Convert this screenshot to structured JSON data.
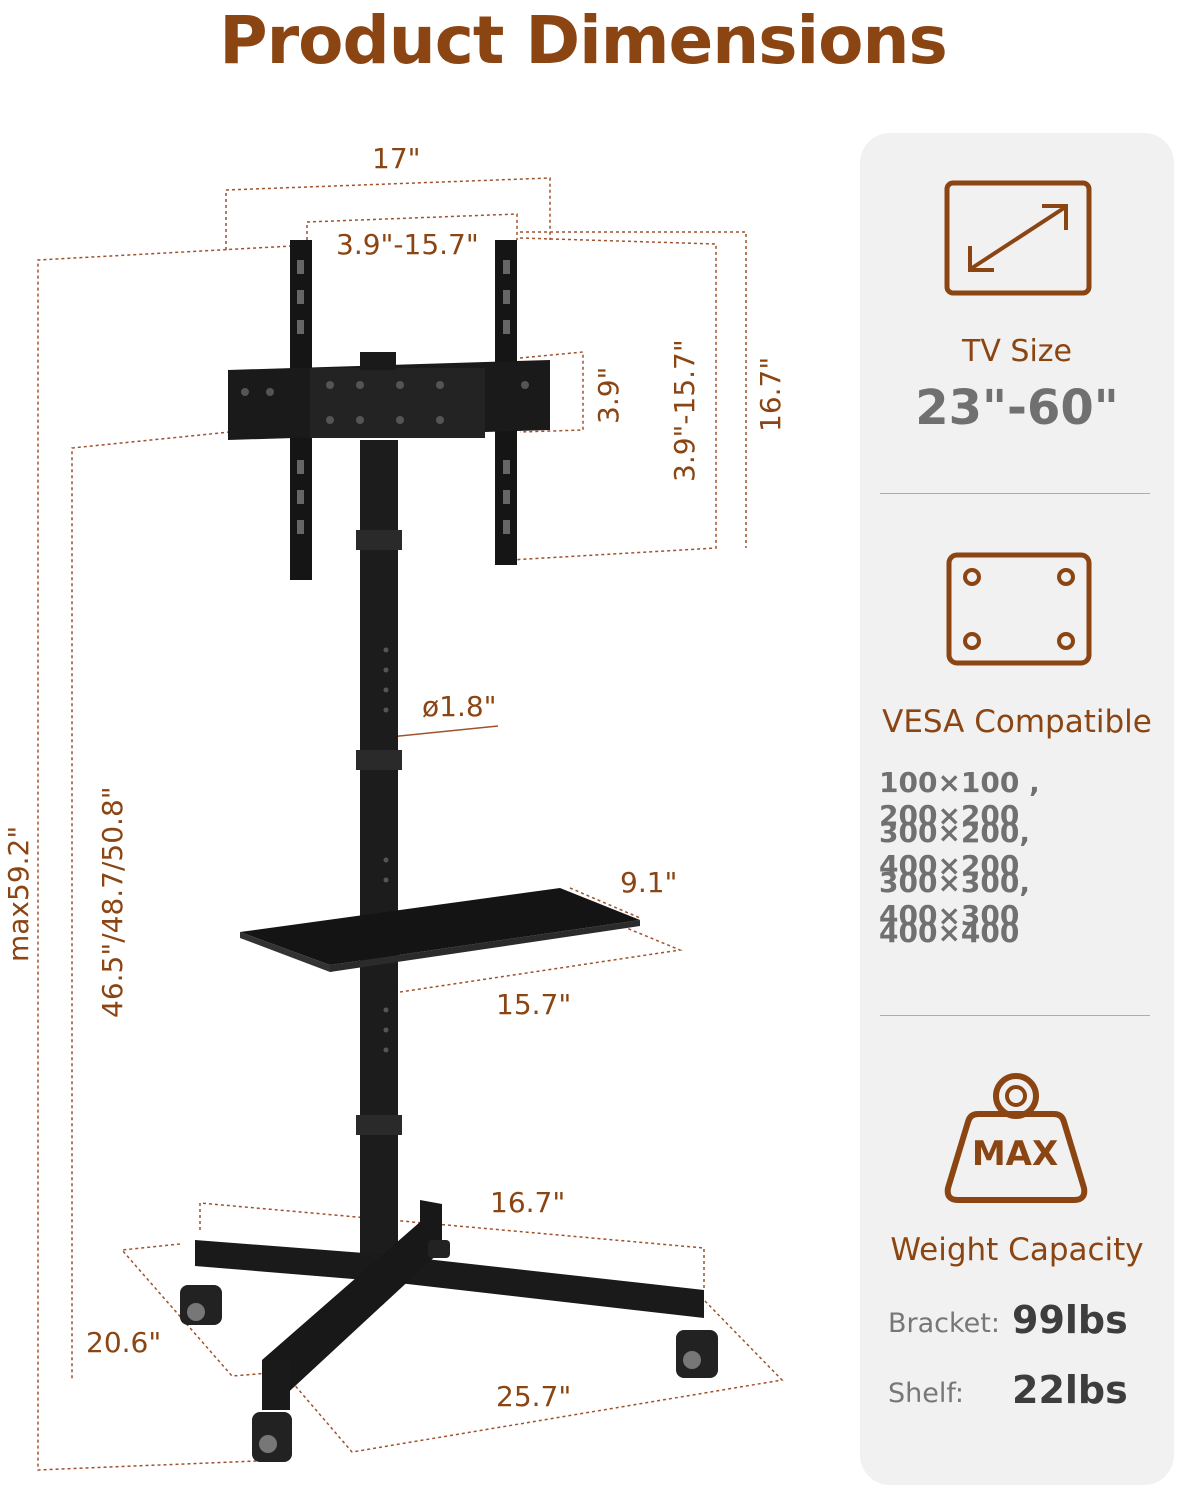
{
  "title": "Product Dimensions",
  "dimensions": {
    "width_top": "17\"",
    "vesa_horizontal": "3.9\"-15.7\"",
    "bracket_height": "3.9\"",
    "vesa_vertical": "3.9\"-15.7\"",
    "plate_height": "16.7\"",
    "pole_diameter": "ø1.8\"",
    "max_height": "max59.2\"",
    "adjust_height": "46.5\"/48.7/50.8\"",
    "shelf_depth": "9.1\"",
    "shelf_width": "15.7\"",
    "base_width": "16.7\"",
    "base_depth": "20.6\"",
    "base_length": "25.7\""
  },
  "specs": {
    "tv_size_label": "TV Size",
    "tv_size_value": "23\"-60\"",
    "vesa_label": "VESA Compatible",
    "vesa_lines": [
      "100×100 , 200×200",
      "300×200, 400×200",
      "300×300, 400×300",
      "400×400"
    ],
    "weight_label": "Weight Capacity",
    "max_badge": "MAX",
    "bracket_label": "Bracket:",
    "bracket_value": "99lbs",
    "shelf_label": "Shelf:",
    "shelf_value": "22lbs"
  },
  "colors": {
    "accent": "#8b4513",
    "panel": "#f1f1f1",
    "product": "#1a1a1a"
  },
  "icons": [
    "diagonal-size-icon",
    "vesa-plate-icon",
    "weight-icon"
  ]
}
